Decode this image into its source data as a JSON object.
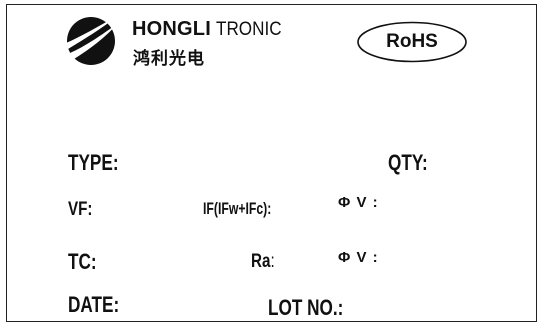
{
  "brand": {
    "name_bold": "HONGLI",
    "name_light": "TRONIC",
    "name_chinese": "鸿利光电",
    "logo_icon": "swoosh-logo-icon",
    "compliance_mark": "RoHS"
  },
  "fields": {
    "type_label": "TYPE:",
    "qty_label": "QTY:",
    "vf_label": "VF:",
    "if_label": "IF(IFw+IFc):",
    "phi_v_label_1": "Φ V :",
    "tc_label": "TC:",
    "ra_label": "Ra",
    "ra_colon": ":",
    "phi_v_label_2": "Φ V :",
    "date_label": "DATE:",
    "lot_label": "LOT NO.:"
  },
  "colors": {
    "ink": "#111111",
    "background": "#ffffff"
  }
}
